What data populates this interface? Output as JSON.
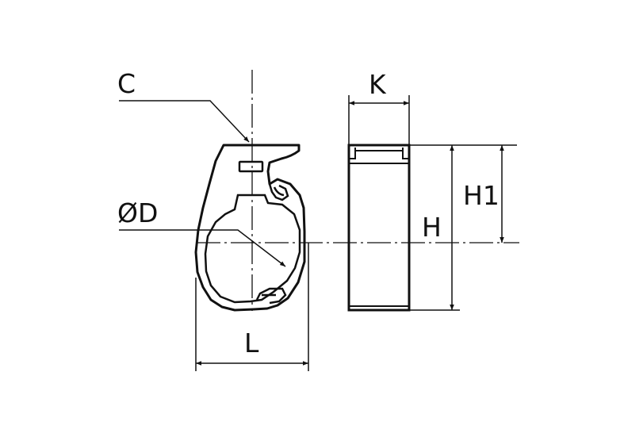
{
  "labels": {
    "c": "C",
    "k": "K",
    "h1": "H1",
    "h": "H",
    "d": "ØD",
    "l": "L"
  },
  "colors": {
    "ink": "#111111",
    "background": "#ffffff"
  }
}
